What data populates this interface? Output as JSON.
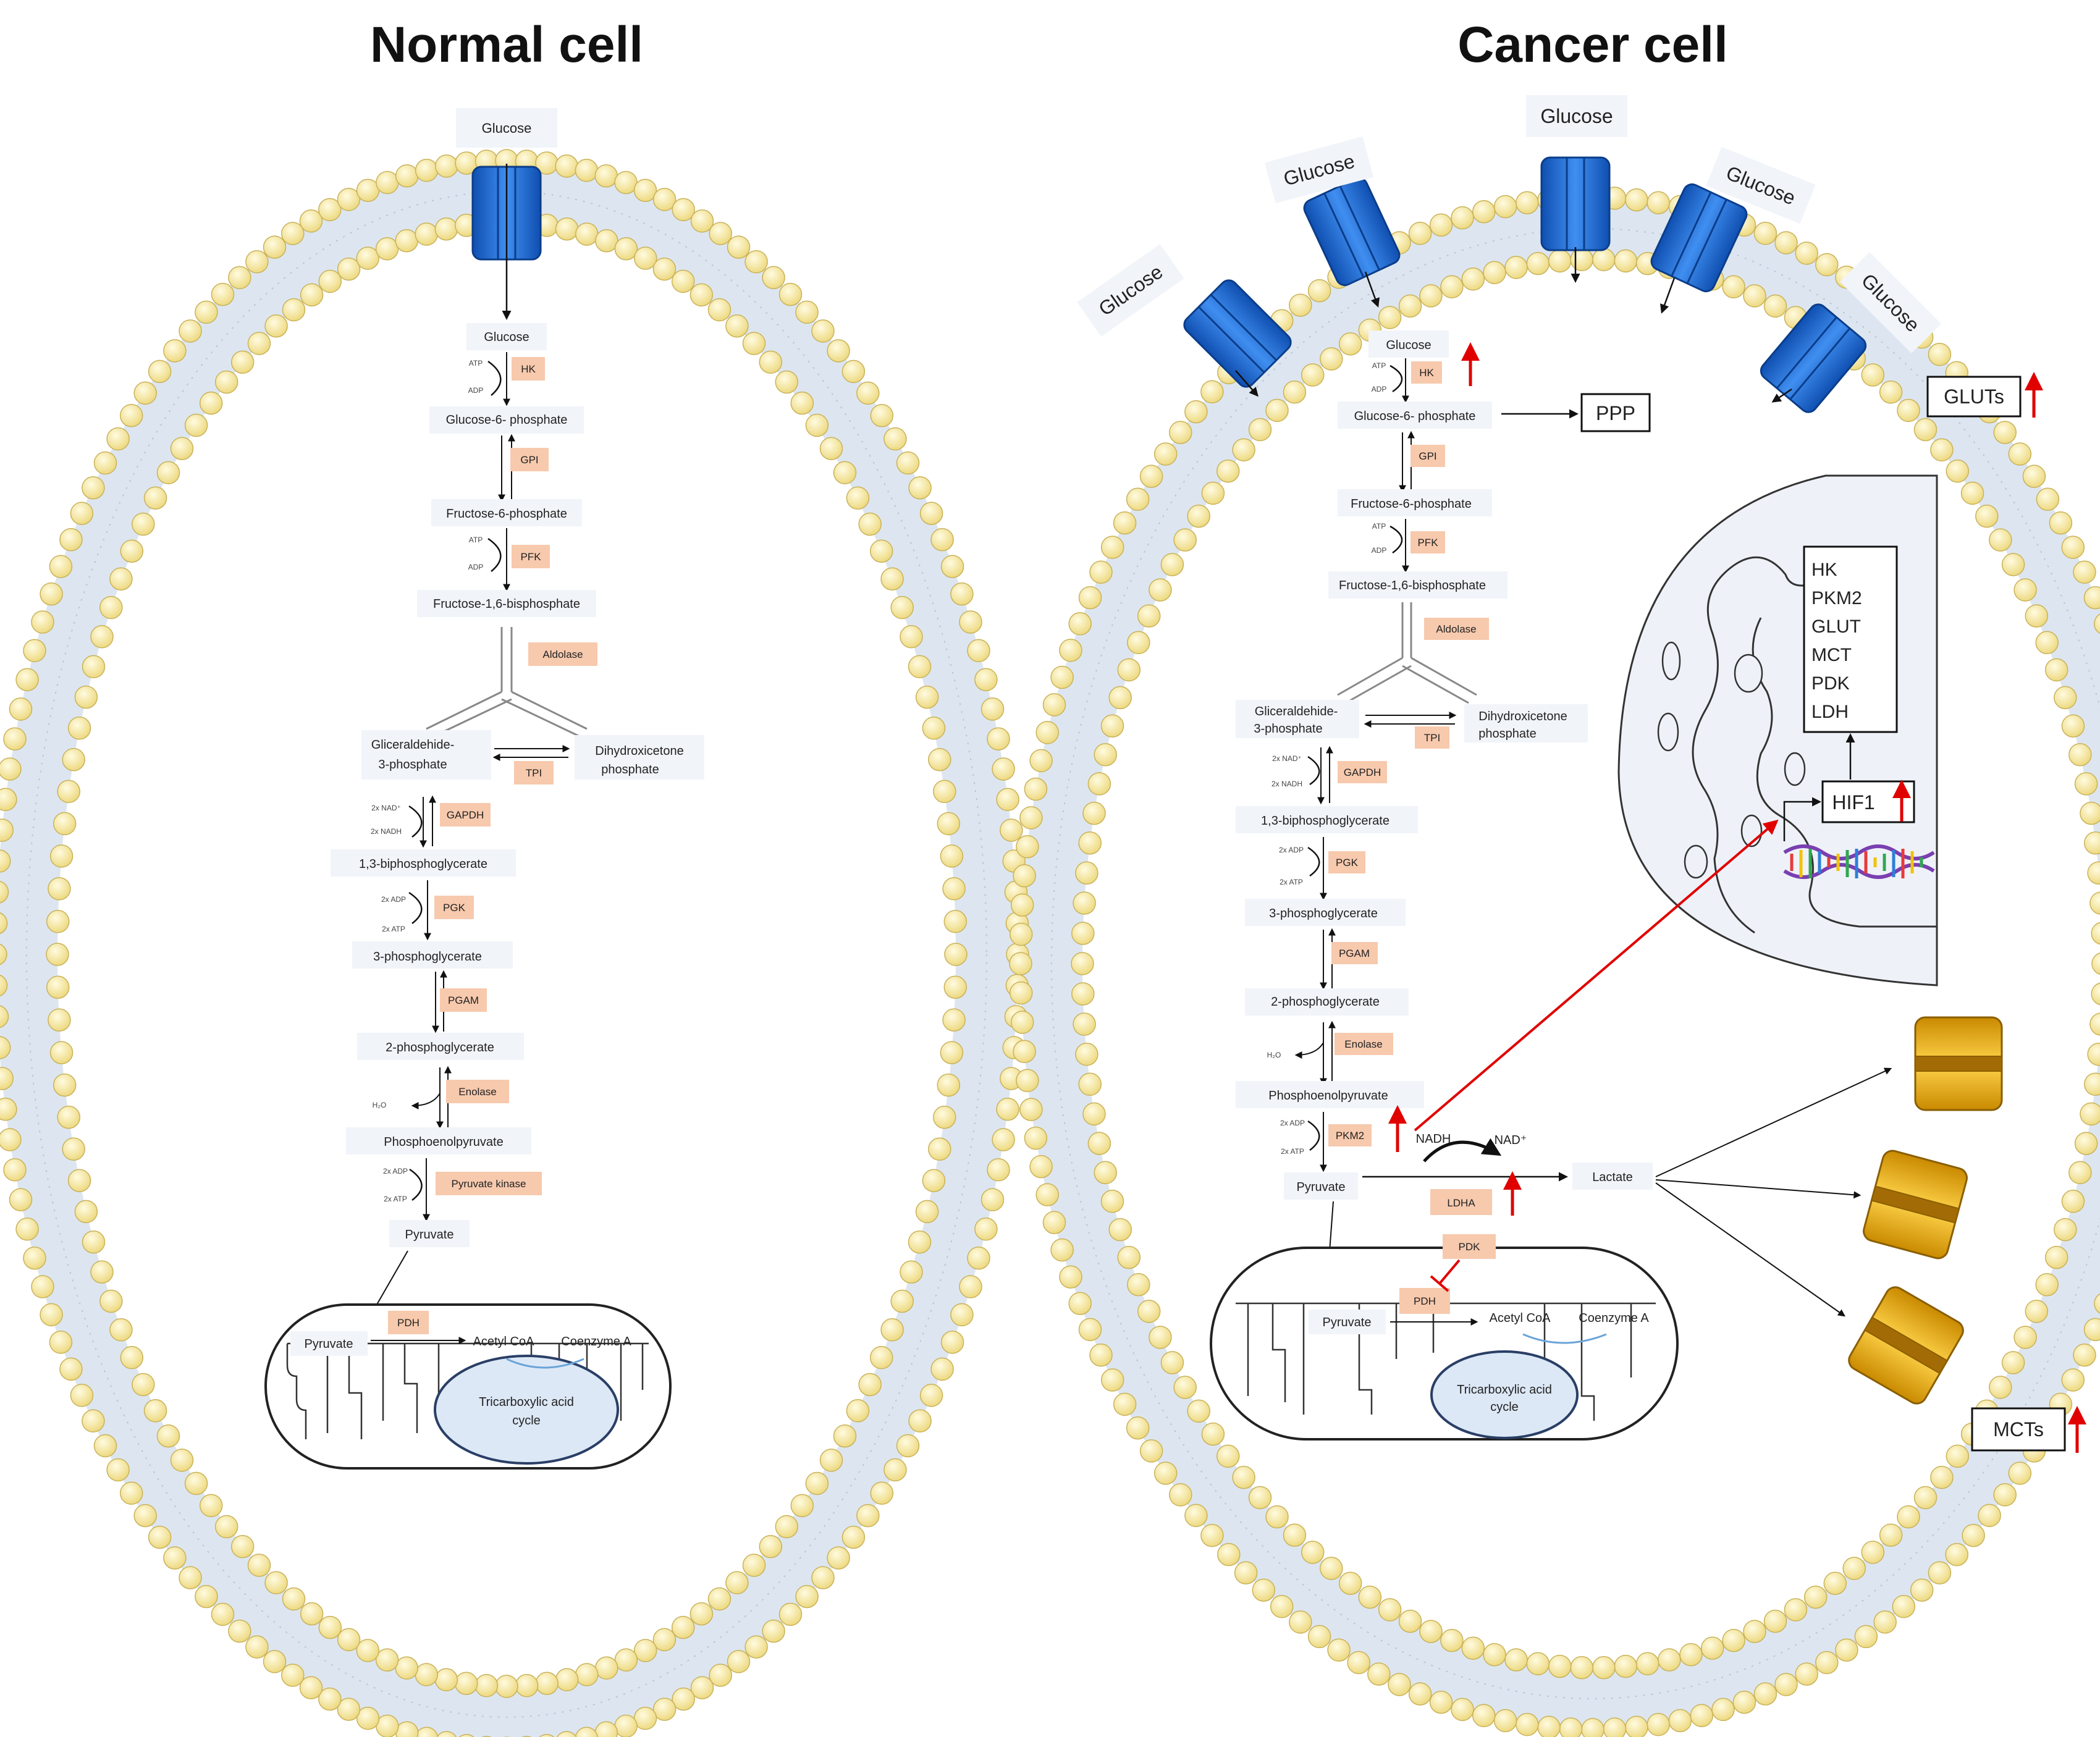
{
  "titles": {
    "normal": "Normal cell",
    "cancer": "Cancer cell"
  },
  "normal": {
    "transporter_label": "Glucose",
    "metabolites": [
      "Glucose",
      "Glucose-6- phosphate",
      "Fructose-6-phosphate",
      "Fructose-1,6-bisphosphate",
      "Gliceraldehide-",
      "3-phosphate",
      "Dihydroxicetone",
      "phosphate",
      "1,3-biphosphoglycerate",
      "3-phosphoglycerate",
      "2-phosphoglycerate",
      "Phosphoenolpyruvate",
      "Pyruvate"
    ],
    "enzymes": [
      "HK",
      "GPI",
      "PFK",
      "Aldolase",
      "TPI",
      "GAPDH",
      "PGK",
      "PGAM",
      "Enolase",
      "Pyruvate kinase"
    ],
    "cofactors": [
      "ATP",
      "ADP",
      "ATP",
      "ADP",
      "2x NAD⁺",
      "2x NADH",
      "2x ADP",
      "2x ATP",
      "H₂O",
      "2x ADP",
      "2x ATP"
    ],
    "mito": {
      "pyruvate": "Pyruvate",
      "enzyme": "PDH",
      "acetyl": "Acetyl CoA",
      "coenzyme": "Coenzyme A",
      "tca": [
        "Tricarboxylic acid",
        "cycle"
      ]
    }
  },
  "cancer": {
    "transporter_labels": [
      "Glucose",
      "Glucose",
      "Glucose",
      "Glucose",
      "Glucose"
    ],
    "metabolites": [
      "Glucose",
      "Glucose-6- phosphate",
      "Fructose-6-phosphate",
      "Fructose-1,6-bisphosphate",
      "Gliceraldehide-",
      "3-phosphate",
      "Dihydroxicetone",
      "phosphate",
      "1,3-biphosphoglycerate",
      "3-phosphoglycerate",
      "2-phosphoglycerate",
      "Phosphoenolpyruvate",
      "Pyruvate",
      "Lactate"
    ],
    "enzymes": [
      "HK",
      "GPI",
      "PFK",
      "Aldolase",
      "TPI",
      "GAPDH",
      "PGK",
      "PGAM",
      "Enolase",
      "PKM2",
      "LDHA",
      "PDK"
    ],
    "cofactors": [
      "ATP",
      "ADP",
      "ATP",
      "ADP",
      "2x NAD⁺",
      "2x NADH",
      "2x ADP",
      "2x ATP",
      "H₂O",
      "2x ADP",
      "2x ATP"
    ],
    "nadh": "NADH",
    "nad": "NAD⁺",
    "ppp": "PPP",
    "gluts": "GLUTs",
    "mcts": "MCTs",
    "hif1": "HIF1",
    "hif_targets": [
      "HK",
      "PKM2",
      "GLUT",
      "MCT",
      "PDK",
      "LDH"
    ],
    "mito": {
      "pyruvate": "Pyruvate",
      "enzyme": "PDH",
      "acetyl": "Acetyl CoA",
      "coenzyme": "Coenzyme A",
      "tca": [
        "Tricarboxylic acid",
        "cycle"
      ]
    }
  },
  "colors": {
    "membrane_bead": "#f6e69a",
    "membrane_core": "#dde6f0",
    "transporter": "#1f6fd6",
    "mct": "#f4b70e",
    "enzyme_box": "#f7c9ad",
    "up_arrow": "#e00000"
  }
}
